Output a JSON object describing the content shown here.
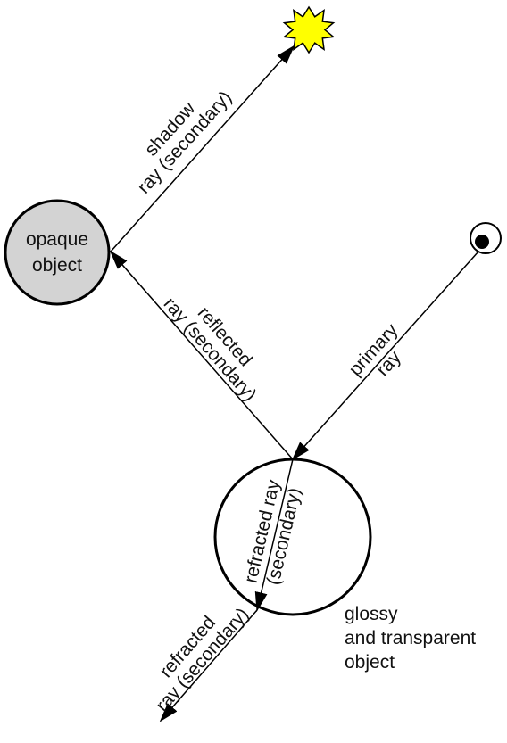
{
  "labels": {
    "opaque_line1": "opaque",
    "opaque_line2": "object",
    "shadow_line1": "shadow",
    "shadow_line2": "ray (secondary)",
    "reflected_line1": "reflected",
    "reflected_line2": "ray (secondary)",
    "primary_line1": "primary",
    "primary_line2": "ray",
    "refracted_in_line1": "refracted ray",
    "refracted_in_line2": "(secondary)",
    "refracted_out_line1": "refracted",
    "refracted_out_line2": "ray (secondary)",
    "glossy_line1": "glossy",
    "glossy_line2": "and transparent",
    "glossy_line3": "object"
  },
  "colors": {
    "opaque_fill": "#d3d3d3",
    "light_fill": "#ffff00",
    "stroke": "#000000"
  },
  "icons": {
    "light_source": "star-burst-icon",
    "camera": "eye-icon"
  }
}
